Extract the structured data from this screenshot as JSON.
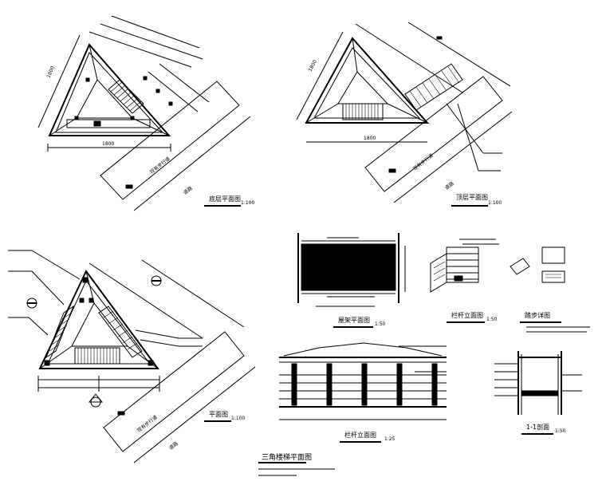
{
  "drawing": {
    "views": {
      "ground_plan": {
        "title": "底层平面图",
        "scale": "1:100",
        "road_text": "现有步行道",
        "corner_text": "道路"
      },
      "top_plan": {
        "title": "顶层平面图",
        "scale": "1:100",
        "road_text": "现有步行道",
        "corner_text": "道路"
      },
      "floor_plan": {
        "title": "平面图",
        "scale": "1:100",
        "road_text": "现有步行道",
        "corner_text": "道路"
      },
      "beam_plan": {
        "title": "屋架平面图",
        "scale": "1:50"
      },
      "column_elev": {
        "title": "栏杆立面图",
        "scale": "1:50"
      },
      "step_detail": {
        "title": "踏步详图"
      },
      "rail_elev": {
        "title": "栏杆立面图",
        "scale": "1:25"
      },
      "section": {
        "title": "1-1剖面",
        "scale": "1:50"
      }
    },
    "sheet_title": "三角楼梯平面图"
  }
}
